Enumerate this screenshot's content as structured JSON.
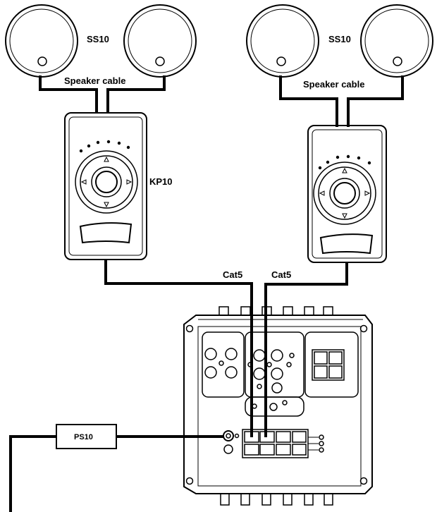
{
  "labels": {
    "ss10_left": "SS10",
    "ss10_right": "SS10",
    "speaker_cable_left": "Speaker cable",
    "speaker_cable_right": "Speaker cable",
    "kp10": "KP10",
    "cat5_left": "Cat5",
    "cat5_right": "Cat5",
    "ps10": "PS10"
  },
  "colors": {
    "line": "#000000",
    "background": "#ffffff"
  }
}
